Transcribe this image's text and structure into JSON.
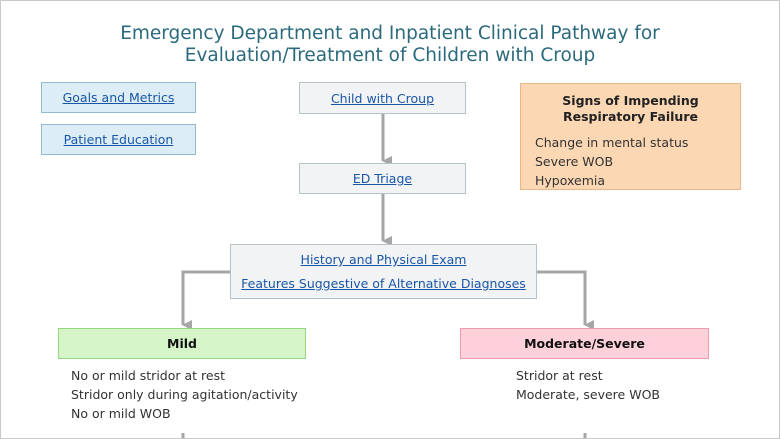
{
  "title_lines": [
    "Emergency Department and Inpatient Clinical Pathway for",
    "Evaluation/Treatment of Children with Croup"
  ],
  "links": {
    "goals": "Goals and Metrics",
    "education": "Patient Education",
    "child": "Child with Croup",
    "triage": "ED Triage",
    "history": "History and Physical Exam",
    "features": "Features Suggestive of Alternative Diagnoses"
  },
  "signs": {
    "heading": "Signs of Impending Respiratory Failure",
    "items": [
      "Change in mental status",
      "Severe WOB",
      "Hypoxemia"
    ]
  },
  "mild": {
    "label": "Mild",
    "items": [
      "No or mild stridor at rest",
      "Stridor only during agitation/activity",
      "No or mild WOB"
    ]
  },
  "moderate": {
    "label": "Moderate/Severe",
    "items": [
      "Stridor at rest",
      "Moderate, severe WOB"
    ]
  },
  "colors": {
    "title": "#2b6a7c",
    "link": "#1a56a8",
    "connector": "#a6a6a6",
    "mild_fill": "#d5f5c8",
    "moderate_fill": "#fdd0da",
    "signs_fill": "#fbd7b4",
    "blue_fill": "#dcedf6"
  }
}
